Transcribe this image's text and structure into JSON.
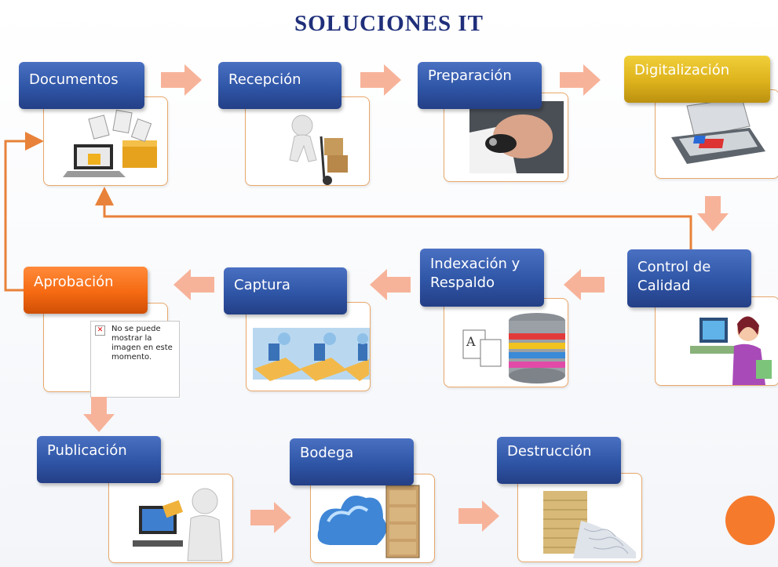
{
  "title": "SOLUCIONES IT",
  "steps": {
    "documentos": "Documentos",
    "recepcion": "Recepción",
    "preparacion": "Preparación",
    "digitalizacion": "Digitalización",
    "control": "Control de Calidad",
    "indexacion": "Indexación y Respaldo",
    "captura": "Captura",
    "aprobacion": "Aprobación",
    "publicacion": "Publicación",
    "bodega": "Bodega",
    "destruccion": "Destrucción"
  },
  "broken_image": {
    "icon": "x-icon",
    "text": "No se puede mostrar la imagen en este momento."
  },
  "colors": {
    "title": "#1f2f7a",
    "label_blue": "#2f55a6",
    "label_gold": "#ddb21c",
    "label_orange": "#f56a12",
    "card_border": "#e8a86a",
    "arrow": "#f7b39a",
    "feedback_line": "#e8823a"
  }
}
